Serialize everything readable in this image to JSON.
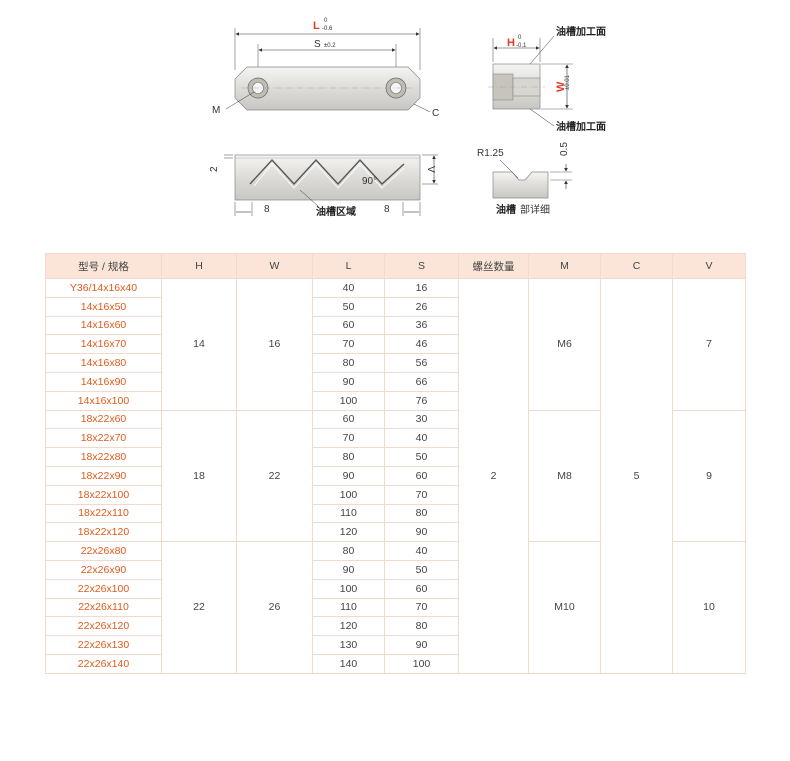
{
  "drawing": {
    "top_view": {
      "L_label": "L",
      "L_tol_upper": "0",
      "L_tol_lower": "-0.6",
      "S_label": "S",
      "S_tol": "±0.2",
      "M_label": "M",
      "C_label": "C"
    },
    "front_view": {
      "dim_2": "2",
      "dim_V": "V",
      "angle": "90°",
      "dim_8_left": "8",
      "dim_8_right": "8",
      "oil_area": "油槽区域"
    },
    "side_view": {
      "H_label": "H",
      "H_tol_upper": "0",
      "H_tol_lower": "-0.1",
      "W_label": "W",
      "W_tol": "±0.01",
      "oil_surface_top": "油槽加工面",
      "oil_surface_bottom": "油槽加工面"
    },
    "detail_view": {
      "radius": "R1.25",
      "depth": "0.5",
      "title_main": "油槽",
      "title_sub": "部详细"
    }
  },
  "table": {
    "headers": [
      "型号 / 规格",
      "H",
      "W",
      "L",
      "S",
      "螺丝数量",
      "M",
      "C",
      "V"
    ],
    "rows": [
      {
        "model": "Y36/14x16x40",
        "L": "40",
        "S": "16"
      },
      {
        "model": "14x16x50",
        "L": "50",
        "S": "26"
      },
      {
        "model": "14x16x60",
        "L": "60",
        "S": "36"
      },
      {
        "model": "14x16x70",
        "L": "70",
        "S": "46"
      },
      {
        "model": "14x16x80",
        "L": "80",
        "S": "56"
      },
      {
        "model": "14x16x90",
        "L": "90",
        "S": "66"
      },
      {
        "model": "14x16x100",
        "L": "100",
        "S": "76"
      },
      {
        "model": "18x22x60",
        "L": "60",
        "S": "30"
      },
      {
        "model": "18x22x70",
        "L": "70",
        "S": "40"
      },
      {
        "model": "18x22x80",
        "L": "80",
        "S": "50"
      },
      {
        "model": "18x22x90",
        "L": "90",
        "S": "60"
      },
      {
        "model": "18x22x100",
        "L": "100",
        "S": "70"
      },
      {
        "model": "18x22x110",
        "L": "110",
        "S": "80"
      },
      {
        "model": "18x22x120",
        "L": "120",
        "S": "90"
      },
      {
        "model": "22x26x80",
        "L": "80",
        "S": "40"
      },
      {
        "model": "22x26x90",
        "L": "90",
        "S": "50"
      },
      {
        "model": "22x26x100",
        "L": "100",
        "S": "60"
      },
      {
        "model": "22x26x110",
        "L": "110",
        "S": "70"
      },
      {
        "model": "22x26x120",
        "L": "120",
        "S": "80"
      },
      {
        "model": "22x26x130",
        "L": "130",
        "S": "90"
      },
      {
        "model": "22x26x140",
        "L": "140",
        "S": "100"
      }
    ],
    "groups": {
      "g1": {
        "H": "14",
        "W": "16",
        "M": "M6",
        "V": "7"
      },
      "g2": {
        "H": "18",
        "W": "22",
        "M": "M8",
        "V": "9"
      },
      "g3": {
        "H": "22",
        "W": "26",
        "M": "M10",
        "V": "10"
      },
      "screw_qty": "2",
      "C": "5"
    }
  }
}
